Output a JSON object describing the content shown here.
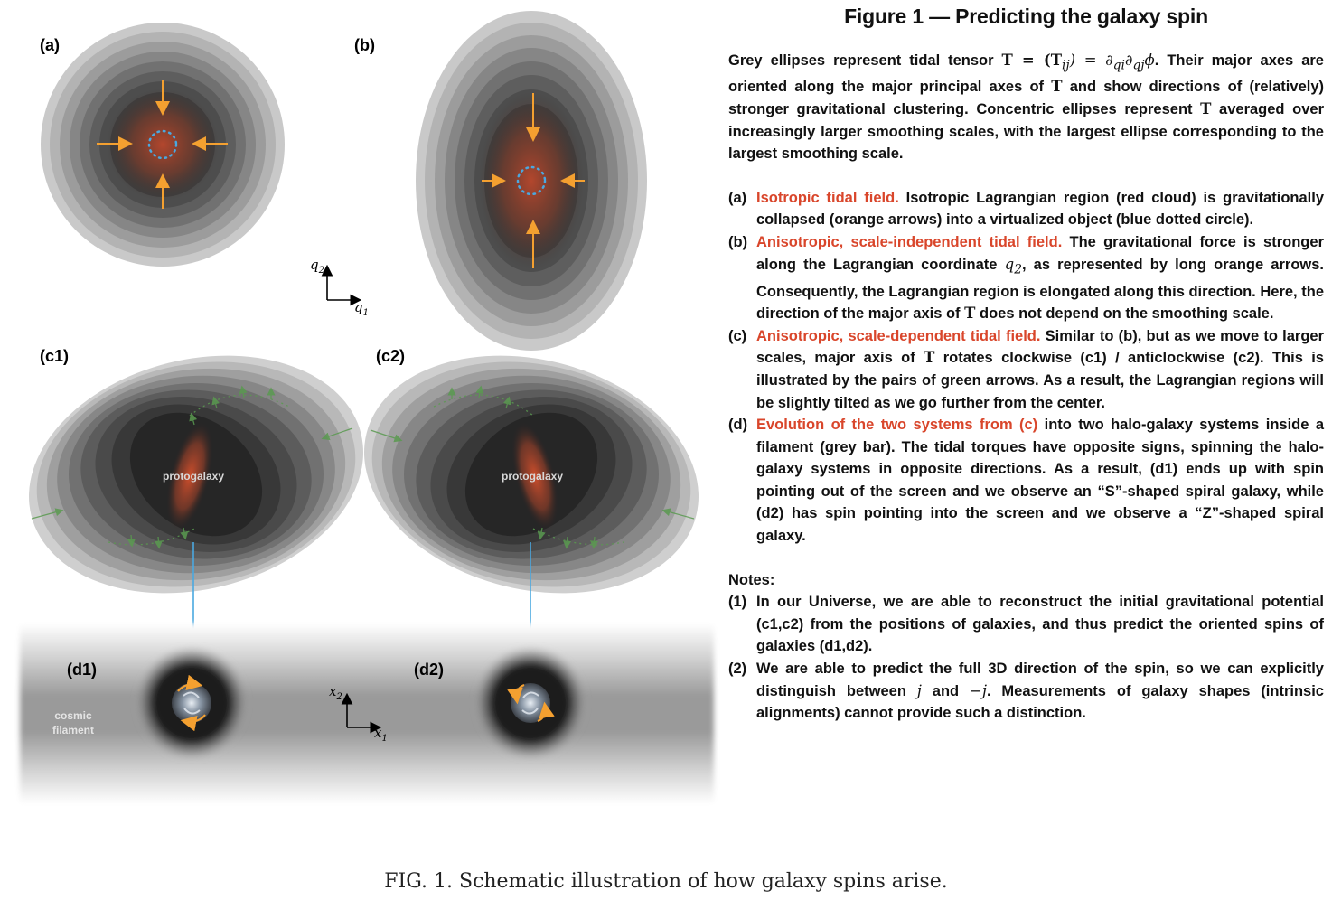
{
  "figure": {
    "panel_labels": {
      "a": "(a)",
      "b": "(b)",
      "c1": "(c1)",
      "c2": "(c2)",
      "d1": "(d1)",
      "d2": "(d2)"
    },
    "protogalaxy_label": "protogalaxy",
    "cosmic_label_line1": "cosmic",
    "cosmic_label_line2": "filament",
    "axes_q": {
      "y": "q",
      "y_sub": "2",
      "x": "q",
      "x_sub": "1"
    },
    "axes_x": {
      "y": "x",
      "y_sub": "2",
      "x": "x",
      "x_sub": "1"
    },
    "colors": {
      "orange_arrow": "#f4a030",
      "red_cloud": "#d9462b",
      "blue_dots": "#4aa8e0",
      "green_arrows": "#5a9a50",
      "grey_ellipse": "#c8c8c8"
    }
  },
  "text": {
    "title": "Figure 1 — Predicting the galaxy spin",
    "intro": {
      "p1": "Grey ellipses represent tidal tensor ",
      "math1": "T = (T",
      "math1_sub": "ij",
      "math1_rest": ") = ∂",
      "math2_sub1": "qi",
      "math2_mid": "∂",
      "math2_sub2": "qj",
      "math2_end": "ϕ",
      "p2": ". Their major axes are oriented along the major principal axes of ",
      "T1": "T",
      "p3": " and show directions of (relatively) stronger gravitational clustering. Concentric ellipses represent ",
      "T2": "T",
      "p4": " averaged over increasingly larger smoothing scales, with the largest ellipse corresponding to the largest smoothing scale."
    },
    "items": {
      "a": {
        "num": "(a)",
        "head": "Isotropic tidal field.",
        "body": " Isotropic Lagrangian region (red cloud) is gravitationally collapsed (orange arrows) into a virtualized object (blue dotted circle)."
      },
      "b": {
        "num": "(b)",
        "head": "Anisotropic, scale-independent tidal field.",
        "body1": " The gravitational force is stronger along the Lagrangian coordinate ",
        "coord": "q",
        "coord_sub": "2",
        "body2": ", as represented by long orange arrows. Consequently, the Lagrangian region is elongated along this direction. Here, the direction of the major axis of ",
        "T": "T",
        "body3": " does not depend on the smoothing scale."
      },
      "c": {
        "num": "(c)",
        "head": "Anisotropic, scale-dependent tidal field.",
        "body1": " Similar to (b), but as we move to larger scales, major axis of ",
        "T": "T",
        "body2": " rotates clockwise (c1) / anticlockwise (c2). This is illustrated by the pairs of green arrows. As a result, the Lagrangian regions will be slightly tilted as we go further from the center."
      },
      "d": {
        "num": "(d)",
        "head": "Evolution of the two systems from (c)",
        "body": " into two halo-galaxy systems inside a filament (grey bar). The tidal torques have opposite signs, spinning the halo-galaxy systems in opposite directions. As a result, (d1) ends up with spin pointing out of the screen and we observe an “S”-shaped spiral galaxy, while (d2) has spin pointing into the screen and we observe a “Z”-shaped spiral galaxy."
      }
    },
    "notes_title": "Notes:",
    "notes": {
      "n1": {
        "num": "(1)",
        "body": "In our Universe, we are able to reconstruct the initial gravitational potential (c1,c2) from the positions of galaxies, and thus predict the oriented spins of galaxies (d1,d2)."
      },
      "n2": {
        "num": "(2)",
        "body1": "We are able to predict the full 3D direction of the spin, so we can explicitly distinguish between ",
        "j1": "j",
        "body2": " and ",
        "j2": "−j",
        "body3": ". Measurements of galaxy shapes (intrinsic alignments) cannot provide such a distinction."
      }
    }
  },
  "caption": "FIG. 1. Schematic illustration of how galaxy spins arise."
}
